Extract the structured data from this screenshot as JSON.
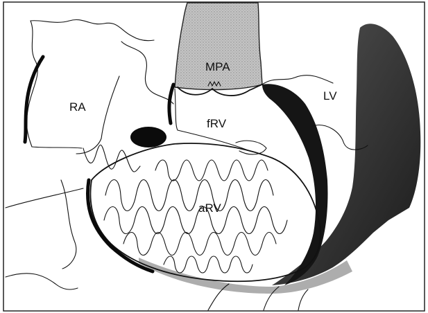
{
  "figure": {
    "labels": {
      "mpa": "MPA",
      "ra": "RA",
      "lv": "LV",
      "frv": "fRV",
      "arv": "aRV"
    },
    "colors": {
      "background": "#ffffff",
      "ink": "#111111",
      "dark_muscle": "#262626",
      "mpa_fill": "#b8b8b8"
    }
  }
}
